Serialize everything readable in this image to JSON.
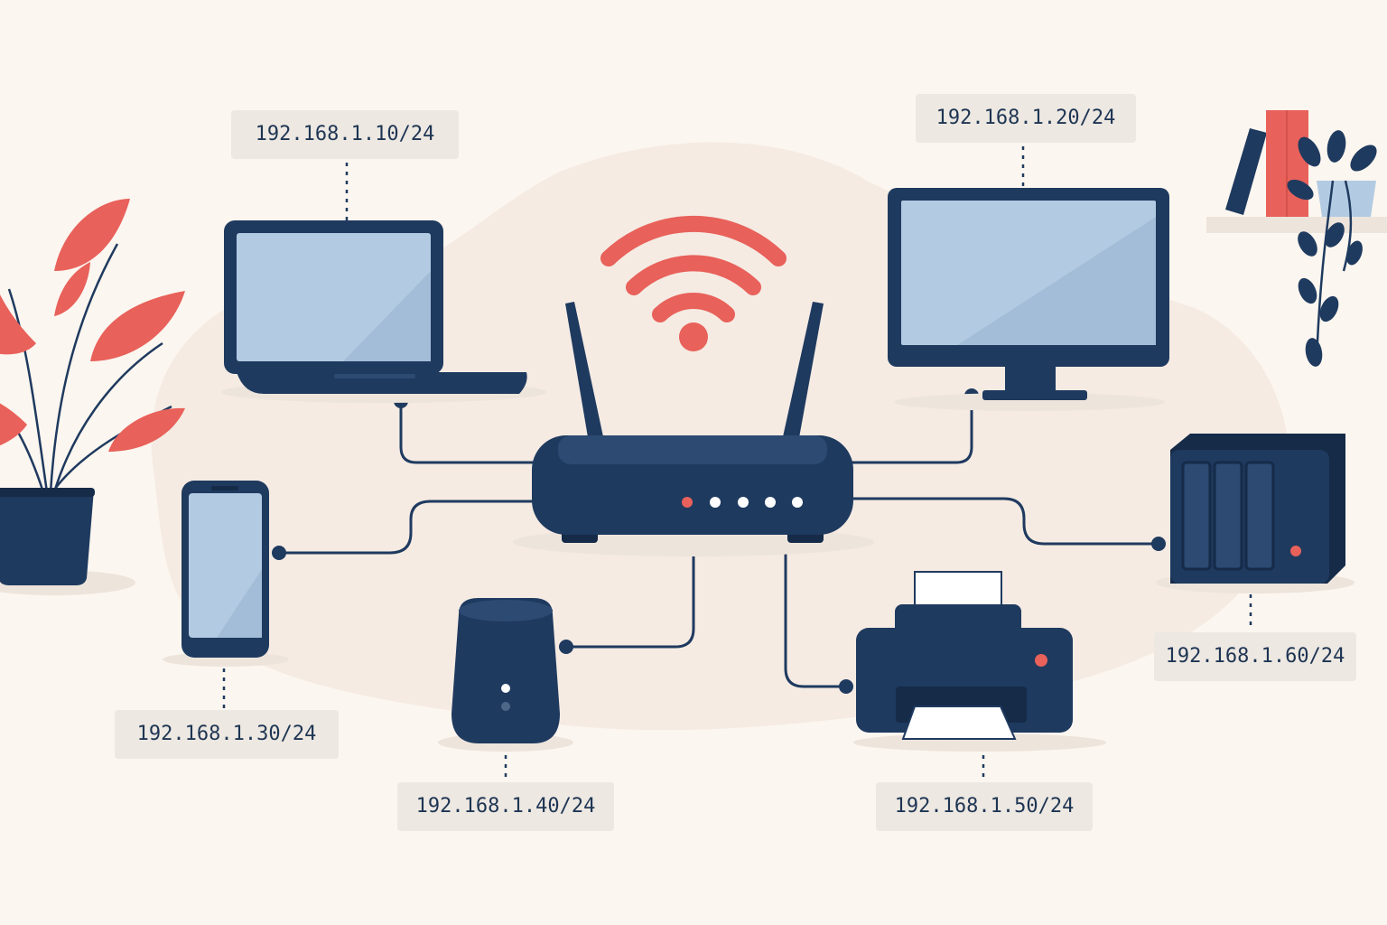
{
  "colors": {
    "background": "#fbf6ef",
    "navy": "#1f3a5f",
    "navy_dark": "#152b48",
    "screen": "#b3cbe2",
    "accent": "#e8615a",
    "label_bg": "#ede8e2",
    "label_text": "#1e3553"
  },
  "router": {
    "icon": "router-icon",
    "status_lights": [
      "red",
      "white",
      "white",
      "white",
      "white"
    ]
  },
  "wifi": {
    "icon": "wifi-icon"
  },
  "devices": [
    {
      "id": "laptop",
      "icon": "laptop-icon",
      "ip": "192.168.1.10/24"
    },
    {
      "id": "monitor",
      "icon": "monitor-icon",
      "ip": "192.168.1.20/24"
    },
    {
      "id": "smartphone",
      "icon": "smartphone-icon",
      "ip": "192.168.1.30/24"
    },
    {
      "id": "speaker",
      "icon": "smart-speaker-icon",
      "ip": "192.168.1.40/24"
    },
    {
      "id": "printer",
      "icon": "printer-icon",
      "ip": "192.168.1.50/24"
    },
    {
      "id": "nas",
      "icon": "nas-icon",
      "ip": "192.168.1.60/24"
    }
  ],
  "decor": [
    "plant-icon",
    "bookshelf-icon",
    "hanging-plant-icon"
  ]
}
